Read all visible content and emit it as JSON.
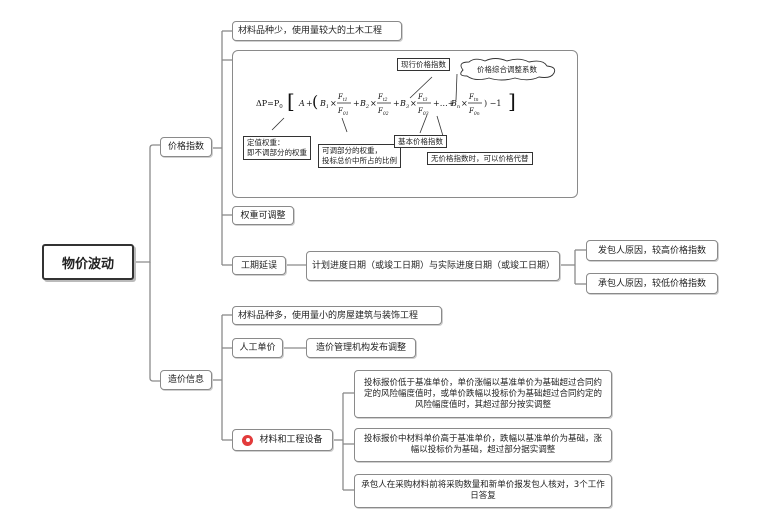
{
  "root": "物价波动",
  "branch_price_index": {
    "label": "价格指数",
    "scope": "材料品种少，使用量较大的土木工程",
    "formula": {
      "lhs": "ΔP=P",
      "lhs_sub": "0",
      "A": "A",
      "B1": "B",
      "B1_sub": "1",
      "B2": "B",
      "B2_sub": "2",
      "B3": "B",
      "B3_sub": "3",
      "Bn": "B",
      "Bn_sub": "n",
      "Ft1": "F",
      "Ft1_sub": "t1",
      "F01": "F",
      "F01_sub": "01",
      "Ft2": "F",
      "Ft2_sub": "t2",
      "F02": "F",
      "F02_sub": "02",
      "Ft3": "F",
      "Ft3_sub": "t3",
      "F03": "F",
      "F03_sub": "03",
      "Ftn": "F",
      "Ftn_sub": "tn",
      "F0n": "F",
      "F0n_sub": "0n",
      "times": "×",
      "plus": "+",
      "dots": "+…+",
      "tail": ") −1",
      "open": "[",
      "close": "]"
    },
    "annotations": {
      "current_index": "现行价格指数",
      "cloud": "价格综合调整系数",
      "fixed_weight_1": "定值权重：",
      "fixed_weight_2": "即不调部分的权重",
      "adjust_weight_1": "可调部分的权重，",
      "adjust_weight_2": "投标总价中所占的比例",
      "base_index": "基本价格指数",
      "no_index": "无价格指数时，可以价格代替"
    },
    "weights": "权重可调整",
    "delay": {
      "label": "工期延误",
      "condition": "计划进度日期（或竣工日期）与实际进度日期（或竣工日期）",
      "contractor_fault": "发包人原因，较高价格指数",
      "employer_fault": "承包人原因，较低价格指数"
    }
  },
  "branch_cost_info": {
    "label": "造价信息",
    "scope": "材料品种多，使用量小的房屋建筑与装饰工程",
    "labor": {
      "label": "人工单价",
      "detail": "造价管理机构发布调整"
    },
    "materials": {
      "label": "材料和工程设备",
      "rule_low": "投标报价低于基准单价，单价涨幅以基准单价为基础超过合同约定的风险幅度值时，或单价跌幅以投标价为基础超过合同约定的风险幅度值时，其超过部分按实调整",
      "rule_high": "投标报价中材料单价高于基准单价，跌幅以基准单价为基础，涨幅以投标价为基础，超过部分据实调整",
      "rule_report": "承包人在采购材料前将采购数量和新单价报发包人核对，3个工作日答复"
    }
  }
}
